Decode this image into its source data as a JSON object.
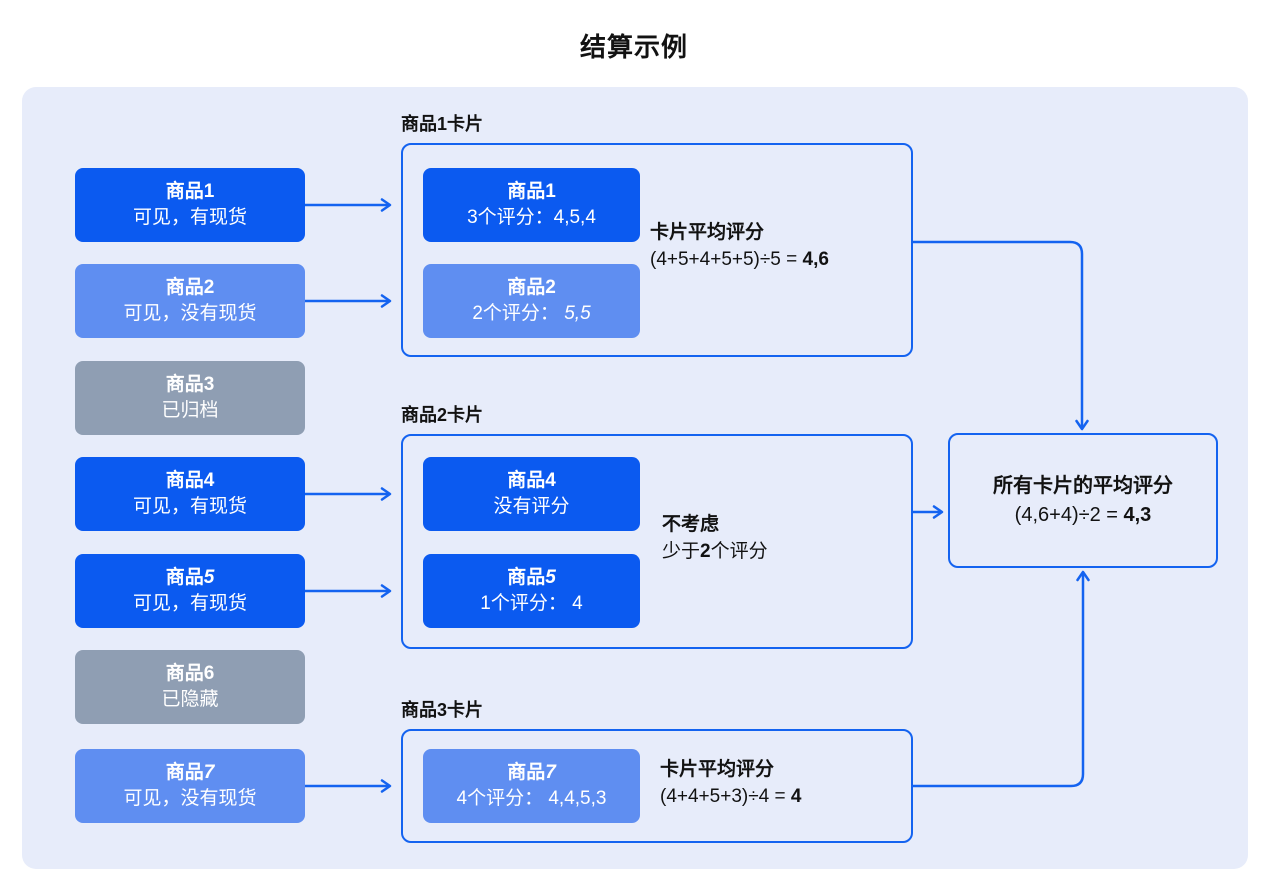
{
  "title": "结算示例",
  "colors": {
    "dark_blue": "#0b5af0",
    "light_blue": "#5f8ef1",
    "gray": "#8f9eb3",
    "stroke_blue": "#1463f0",
    "panel_background": "#e7ecfa"
  },
  "products": [
    {
      "prefix": "商品",
      "num": "1",
      "num_class": "",
      "status": "可见，有现货",
      "variant": "dark"
    },
    {
      "prefix": "商品",
      "num": "2",
      "num_class": "",
      "status": "可见，没有现货",
      "variant": "light"
    },
    {
      "prefix": "商品",
      "num": "3",
      "num_class": "",
      "status": "已归档",
      "variant": "gray"
    },
    {
      "prefix": "商品",
      "num": "4",
      "num_class": "",
      "status": "可见，有现货",
      "variant": "dark"
    },
    {
      "prefix": "商品",
      "num": "5",
      "num_class": "slant",
      "status": "可见，有现货",
      "variant": "dark"
    },
    {
      "prefix": "商品",
      "num": "6",
      "num_class": "",
      "status": "已隐藏",
      "variant": "gray"
    },
    {
      "prefix": "商品",
      "num": "7",
      "num_class": "slant",
      "status": "可见，没有现货",
      "variant": "light"
    }
  ],
  "cards": [
    {
      "label": "商品1卡片",
      "items": [
        {
          "prefix": "商品",
          "num": "1",
          "num_class": "",
          "rating": "3个评分：4,5,4",
          "rating_extra": "",
          "rating_extra_class": "",
          "variant": "dark"
        },
        {
          "prefix": "商品",
          "num": "2",
          "num_class": "",
          "rating": "2个评分： ",
          "rating_extra": "5,5",
          "rating_extra_class": "slant",
          "variant": "light"
        }
      ],
      "note_title": "卡片平均评分",
      "formula": "(4+5+4+5+5)÷5 = ",
      "result": "4,6"
    },
    {
      "label": "商品2卡片",
      "items": [
        {
          "prefix": "商品",
          "num": "4",
          "num_class": "",
          "rating": "没有评分",
          "rating_extra": "",
          "rating_extra_class": "",
          "variant": "dark"
        },
        {
          "prefix": "商品",
          "num": "5",
          "num_class": "slant",
          "rating": "1个评分： 4",
          "rating_extra": "",
          "rating_extra_class": "",
          "variant": "dark"
        }
      ],
      "note_title": "不考虑",
      "note_line2_pre": "少于",
      "note_line2_num": "2",
      "note_line2_post": "个评分"
    },
    {
      "label": "商品3卡片",
      "items": [
        {
          "prefix": "商品",
          "num": "7",
          "num_class": "slant",
          "rating": "4个评分： 4,4,5,3",
          "rating_extra": "",
          "rating_extra_class": "",
          "variant": "light"
        }
      ],
      "note_title": "卡片平均评分",
      "formula": "(4+4+5+3)÷4 = ",
      "result": "4"
    }
  ],
  "total": {
    "title": "所有卡片的平均评分",
    "formula": "(4,6+4)÷2 = ",
    "result": "4,3"
  }
}
